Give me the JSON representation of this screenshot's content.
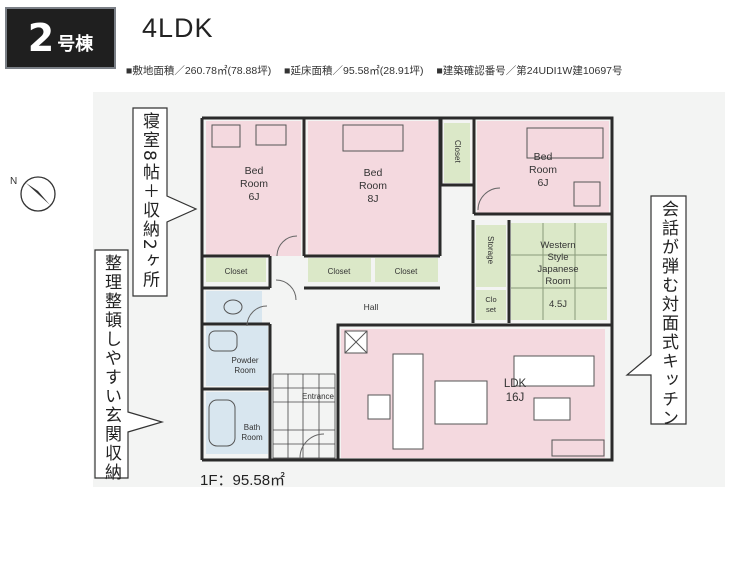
{
  "header": {
    "building_number": "2",
    "building_suffix": "号棟",
    "layout_type": "4LDK"
  },
  "specs": [
    "■敷地面積／260.78㎡(78.88坪)",
    "■延床面積／95.58㎡(28.91坪)",
    "■建築確認番号／第24UDI1W建10697号"
  ],
  "callouts": {
    "bedroom_note": "寝室8帖＋収納2ヶ所",
    "kitchen_note": "会話が弾む対面式キッチン",
    "entrance_note": "整理整頓しやすい玄関収納"
  },
  "rooms": {
    "bed1_line1": "Bed",
    "bed1_line2": "Room",
    "bed1_line3": "6J",
    "bed2_line1": "Bed",
    "bed2_line2": "Room",
    "bed2_line3": "8J",
    "bed3_line1": "Bed",
    "bed3_line2": "Room",
    "bed3_line3": "6J",
    "closet": "Closet",
    "closet_vertical": "Closet",
    "storage": "Storage",
    "closet_small_1": "Clo",
    "closet_small_2": "set",
    "western_1": "Western",
    "western_2": "Style",
    "western_3": "Japanese",
    "western_4": "Room",
    "western_5": "4.5J",
    "hall": "Hall",
    "powder_1": "Powder",
    "powder_2": "Room",
    "bath_1": "Bath",
    "bath_2": "Room",
    "entrance": "Entrance",
    "ldk_1": "LDK",
    "ldk_2": "16J"
  },
  "floor_label": "1F：95.58㎡",
  "compass": "N"
}
